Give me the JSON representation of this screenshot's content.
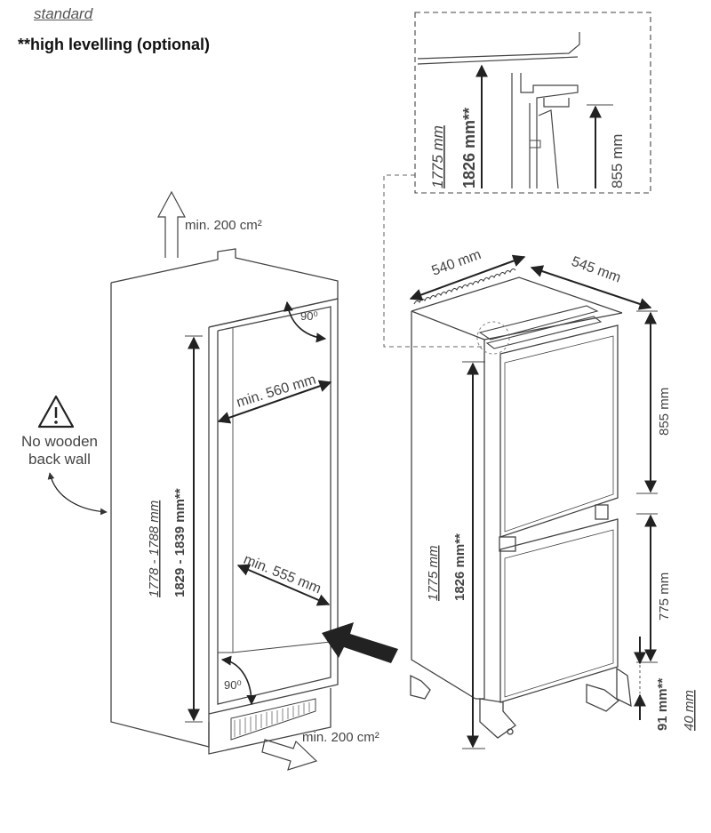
{
  "legend": {
    "standard": "standard",
    "high_prefix": "**",
    "high": "high levelling (optional)"
  },
  "cabinet": {
    "vent_top": "min. 200 cm²",
    "vent_bottom": "min. 200 cm²",
    "angle_top": "90⁰",
    "angle_bottom": "90⁰",
    "width_top": "min. 560 mm",
    "width_bottom": "min. 555 mm",
    "height_standard": "1778 - 1788 mm",
    "height_high": "1829 - 1839 mm**",
    "warning_line1": "No wooden",
    "warning_line2": "back wall"
  },
  "appliance": {
    "width": "540 mm",
    "depth": "545 mm",
    "upper_section": "855 mm",
    "lower_section": "775 mm",
    "height_standard": "1775 mm",
    "height_high": "1826 mm**",
    "foot_high": "91 mm**",
    "foot_standard": "40 mm"
  },
  "detail": {
    "height_standard": "1775 mm",
    "height_high": "1826 mm**",
    "upper_section": "855 mm"
  }
}
